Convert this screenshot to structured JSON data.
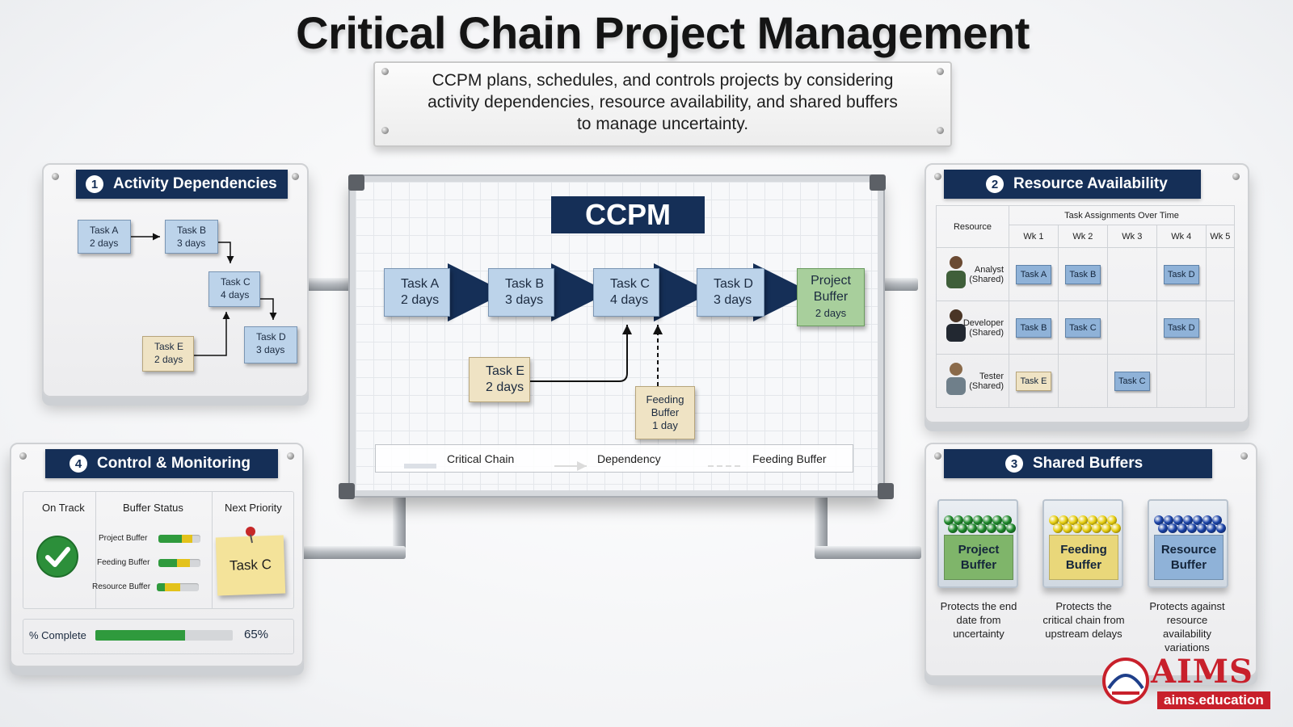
{
  "title": "Critical Chain Project Management",
  "intro": {
    "line1": "CCPM plans, schedules, and controls projects by considering",
    "line2": "activity dependencies, resource availability, and shared buffers",
    "line3": "to manage uncertainty."
  },
  "panel1": {
    "number": "1",
    "title": "Activity Dependencies",
    "tasks": [
      {
        "name": "Task A",
        "dur": "2 days"
      },
      {
        "name": "Task B",
        "dur": "3 days"
      },
      {
        "name": "Task C",
        "dur": "4 days"
      },
      {
        "name": "Task D",
        "dur": "3 days"
      },
      {
        "name": "Task E",
        "dur": "2 days"
      }
    ]
  },
  "center": {
    "label": "CCPM",
    "chain": [
      {
        "name": "Task A",
        "dur": "2 days"
      },
      {
        "name": "Task B",
        "dur": "3 days"
      },
      {
        "name": "Task C",
        "dur": "4 days"
      },
      {
        "name": "Task D",
        "dur": "3 days"
      }
    ],
    "project_buffer": {
      "l1": "Project",
      "l2": "Buffer",
      "l3": "2 days"
    },
    "task_e": {
      "name": "Task E",
      "dur": "2 days"
    },
    "feeding_buffer": {
      "l1": "Feeding",
      "l2": "Buffer",
      "l3": "1 day"
    },
    "legend": {
      "critical_chain": "Critical Chain",
      "dependency": "Dependency",
      "feeding_buffer": "Feeding Buffer"
    }
  },
  "panel2": {
    "number": "2",
    "title": "Resource Availability",
    "col_resource": "Resource",
    "col_group": "Task Assignments Over Time",
    "weeks": [
      "Wk 1",
      "Wk 2",
      "Wk 3",
      "Wk 4",
      "Wk 5"
    ],
    "rows": [
      {
        "name": "Analyst",
        "tag": "(Shared)",
        "cells": [
          "Task A",
          "Task B",
          "",
          "Task D",
          ""
        ]
      },
      {
        "name": "Developer",
        "tag": "(Shared)",
        "cells": [
          "Task B",
          "Task C",
          "",
          "Task D",
          ""
        ]
      },
      {
        "name": "Tester",
        "tag": "(Shared)",
        "cells": [
          "Task E",
          "",
          "Task C",
          "",
          ""
        ]
      }
    ]
  },
  "panel3": {
    "number": "3",
    "title": "Shared Buffers",
    "buffers": [
      {
        "l1": "Project",
        "l2": "Buffer",
        "desc1": "Protects the end",
        "desc2": "date from",
        "desc3": "uncertainty",
        "color": "#7fb56a",
        "ball": "#1f8a2c"
      },
      {
        "l1": "Feeding",
        "l2": "Buffer",
        "desc1": "Protects the",
        "desc2": "critical chain from",
        "desc3": "upstream delays",
        "color": "#e9d77a",
        "ball": "#e8cf10"
      },
      {
        "l1": "Resource",
        "l2": "Buffer",
        "desc1": "Protects against",
        "desc2": "resource",
        "desc3": "availability",
        "desc4": "variations",
        "color": "#8fb2d8",
        "ball": "#1a43a8"
      }
    ]
  },
  "panel4": {
    "number": "4",
    "title": "Control & Monitoring",
    "on_track": "On Track",
    "buffer_status": "Buffer Status",
    "next_priority": "Next Priority",
    "bars": [
      {
        "label": "Project Buffer",
        "green": 0.55,
        "yellow": 0.25
      },
      {
        "label": "Feeding Buffer",
        "green": 0.45,
        "yellow": 0.3
      },
      {
        "label": "Resource Buffer",
        "green": 0.2,
        "yellow": 0.35
      }
    ],
    "next_task": "Task C",
    "complete_label": "% Complete",
    "complete_value": "65%",
    "complete_fraction": 0.65
  },
  "logo": {
    "text": "AIMS",
    "url": "aims.education"
  },
  "colors": {
    "navy": "#152f57",
    "task_blue": "#bcd3ea",
    "task_tan": "#efe3c4",
    "buffer_green": "#a8cf9c",
    "brand_red": "#c8202b"
  }
}
